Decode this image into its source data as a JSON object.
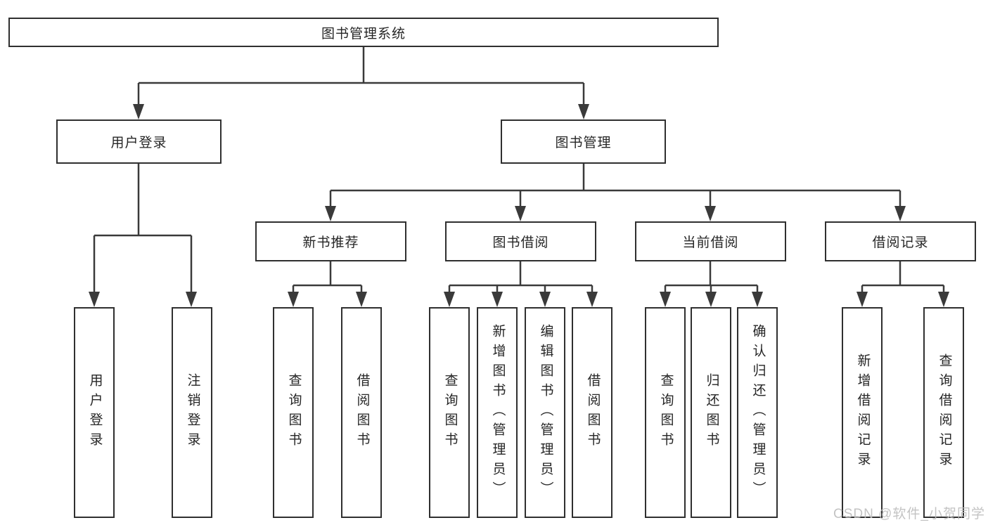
{
  "colors": {
    "line": "#3a3a3a",
    "box_border": "#2f2f2f",
    "text": "#262626",
    "background": "#ffffff",
    "watermark": "#bdbdbd"
  },
  "watermark": "CSDN @软件_小贺同学",
  "tree": {
    "label": "图书管理系统",
    "children": [
      {
        "label": "用户登录",
        "children": [
          {
            "label": "用户登录"
          },
          {
            "label": "注销登录"
          }
        ]
      },
      {
        "label": "图书管理",
        "children": [
          {
            "label": "新书推荐",
            "children": [
              {
                "label": "查询图书"
              },
              {
                "label": "借阅图书"
              }
            ]
          },
          {
            "label": "图书借阅",
            "children": [
              {
                "label": "查询图书"
              },
              {
                "label": "新增图书（管理员）"
              },
              {
                "label": "编辑图书（管理员）"
              },
              {
                "label": "借阅图书"
              }
            ]
          },
          {
            "label": "当前借阅",
            "children": [
              {
                "label": "查询图书"
              },
              {
                "label": "归还图书"
              },
              {
                "label": "确认归还（管理员）"
              }
            ]
          },
          {
            "label": "借阅记录",
            "children": [
              {
                "label": "新增借阅记录"
              },
              {
                "label": "查询借阅记录"
              }
            ]
          }
        ]
      }
    ]
  }
}
